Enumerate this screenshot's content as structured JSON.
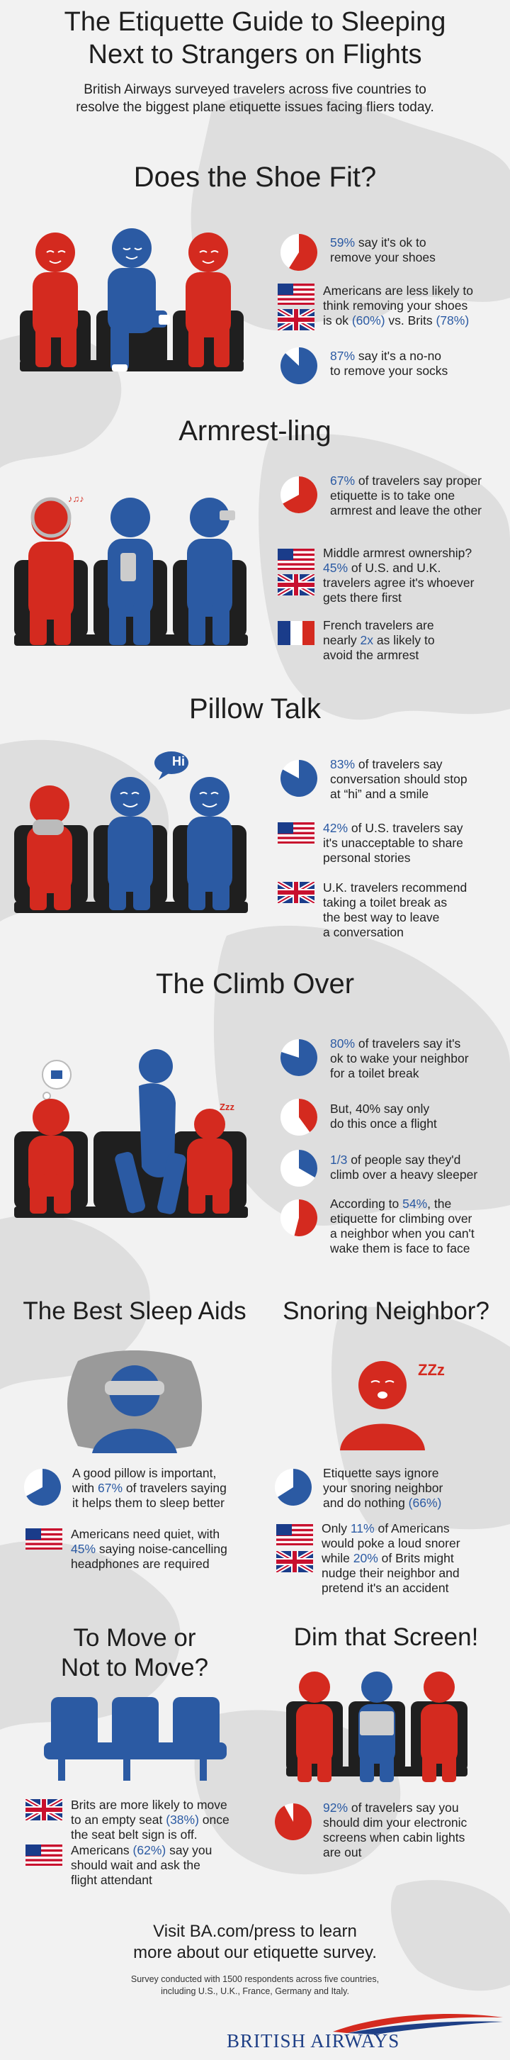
{
  "header": {
    "title_line1": "The Etiquette Guide to Sleeping",
    "title_line2": "Next to Strangers on Flights",
    "subtitle_line1": "British Airways surveyed travelers across five countries to",
    "subtitle_line2": "resolve the biggest plane etiquette issues facing fliers today."
  },
  "shoe": {
    "title": "Does the Shoe Fit?",
    "f1_pct": 0.59,
    "f1_hl": "59%",
    "f1_l1": " say it's ok to",
    "f1_l2": "remove your shoes",
    "f2_l1": "Americans are less likely to",
    "f2_l2": "think removing your shoes",
    "f2_l3a": "is ok ",
    "f2_hl1": "(60%)",
    "f2_l3b": " vs. Brits ",
    "f2_hl2": "(78%)",
    "f3_pct": 0.87,
    "f3_hl": "87%",
    "f3_l1": " say it's a no-no",
    "f3_l2": "to remove your socks"
  },
  "armrest": {
    "title": "Armrest-ling",
    "f1_pct": 0.67,
    "f1_hl": "67%",
    "f1_l1": " of travelers say proper",
    "f1_l2": "etiquette is to take one",
    "f1_l3": "armrest and leave the other",
    "f2_l1": "Middle armrest ownership?",
    "f2_hl": "45%",
    "f2_l2": " of U.S. and U.K.",
    "f2_l3": "travelers agree it's whoever",
    "f2_l4": "gets there first",
    "f3_l1": "French travelers are",
    "f3_l2a": "nearly ",
    "f3_hl": "2x",
    "f3_l2b": " as likely to",
    "f3_l3": "avoid the armrest"
  },
  "pillow": {
    "title": "Pillow Talk",
    "bubble": "Hi",
    "f1_pct": 0.83,
    "f1_hl": "83%",
    "f1_l1": " of travelers say",
    "f1_l2": "conversation should stop",
    "f1_l3": "at “hi” and a smile",
    "f2_hl": "42%",
    "f2_l1": " of U.S. travelers say",
    "f2_l2": "it's unacceptable to share",
    "f2_l3": "personal stories",
    "f3_l1": "U.K. travelers recommend",
    "f3_l2": "taking a toilet break as",
    "f3_l3": "the best way to leave",
    "f3_l4": "a conversation"
  },
  "climb": {
    "title": "The Climb Over",
    "zzz": "Zzz",
    "f1_pct": 0.8,
    "f1_hl": "80%",
    "f1_l1": " of travelers say it's",
    "f1_l2": "ok to wake your neighbor",
    "f1_l3": "for a toilet break",
    "f2_pct": 0.4,
    "f2_l1": "But, 40% say only",
    "f2_l2": "do this once a flight",
    "f3_pct": 0.333,
    "f3_hl": "1/3",
    "f3_l1": " of people say they'd",
    "f3_l2": "climb over a heavy sleeper",
    "f4_pct": 0.54,
    "f4_l1a": "According to ",
    "f4_hl": "54%",
    "f4_l1b": ", the",
    "f4_l2": "etiquette for climbing over",
    "f4_l3": "a neighbor when you can't",
    "f4_l4": "wake them is face to face"
  },
  "sleep": {
    "title": "The Best Sleep Aids",
    "f1_pct": 0.67,
    "f1_l1": "A good pillow is important,",
    "f1_l2a": "with ",
    "f1_hl": "67%",
    "f1_l2b": " of travelers saying",
    "f1_l3": "it helps them to sleep better",
    "f2_l1": "Americans need quiet, with",
    "f2_hl": "45%",
    "f2_l2": " saying noise-cancelling",
    "f2_l3": "headphones are required"
  },
  "snore": {
    "title": "Snoring Neighbor?",
    "zzz": "ZZz",
    "f1_pct": 0.66,
    "f1_l1": "Etiquette says ignore",
    "f1_l2": "your snoring neighbor",
    "f1_l3a": "and do nothing ",
    "f1_hl": "(66%)",
    "f2_l1a": "Only ",
    "f2_hl1": "11%",
    "f2_l1b": " of Americans",
    "f2_l2": "would poke a loud snorer",
    "f2_l3a": "while ",
    "f2_hl2": "20%",
    "f2_l3b": " of Brits might",
    "f2_l4": "nudge their neighbor and",
    "f2_l5": "pretend it's an accident"
  },
  "move": {
    "title_l1": "To Move or",
    "title_l2": "Not to Move?",
    "f1_l1": "Brits are more likely to move",
    "f1_l2a": "to an empty seat ",
    "f1_hl": "(38%)",
    "f1_l2b": " once",
    "f1_l3": "the seat belt sign is off.",
    "f2_l1a": "Americans ",
    "f2_hl": "(62%)",
    "f2_l1b": " say you",
    "f2_l2": "should wait and ask the",
    "f2_l3": "flight attendant"
  },
  "dim": {
    "title": "Dim that Screen!",
    "f1_pct": 0.92,
    "f1_hl": "92%",
    "f1_l1": " of travelers say you",
    "f1_l2": "should dim your electronic",
    "f1_l3": "screens when cabin lights",
    "f1_l4": "are out"
  },
  "footer": {
    "visit_l1": "Visit BA.com/press to learn",
    "visit_l2": "more about our etiquette survey.",
    "fine_l1": "Survey conducted with 1500 respondents across five countries,",
    "fine_l2": "including U.S., U.K., France, Germany and Italy.",
    "brand": "BRITISH AIRWAYS"
  },
  "colors": {
    "red": "#d42a1f",
    "blue": "#2b5aa3",
    "seat": "#1f1f1f",
    "map": "#dcdcdc",
    "bg": "#f2f2f2"
  }
}
